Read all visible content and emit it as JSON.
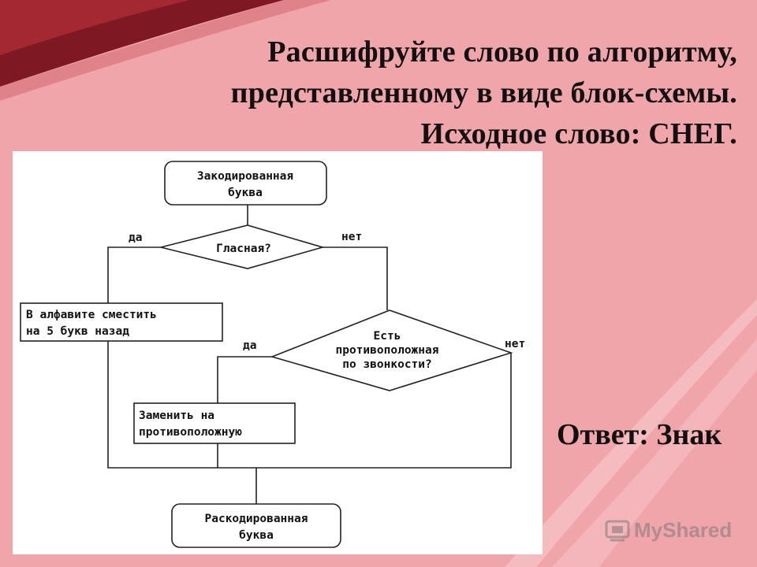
{
  "slide": {
    "title_lines": [
      "Расшифруйте слово по алгоритму,",
      "представленному в виде блок-схемы.",
      "Исходное слово: СНЕГ."
    ],
    "answer": "Ответ: Знак",
    "colors": {
      "background": "#f0a5ab",
      "accent_dark": "#8c1c24",
      "accent_light": "#c23a3f"
    }
  },
  "flowchart": {
    "start": [
      "Закодированная",
      "буква"
    ],
    "vowel_decision": "Гласная?",
    "vowel_yes": "да",
    "vowel_no": "нет",
    "shift_action": [
      "В алфавите сместить",
      "на 5 букв назад"
    ],
    "voicing_decision": [
      "Есть",
      "противоположная",
      "по звонкости?"
    ],
    "voicing_yes": "да",
    "voicing_no": "нет",
    "replace_action": [
      "Заменить на",
      "противоположную"
    ],
    "end": [
      "Раскодированная",
      "буква"
    ]
  },
  "watermark": {
    "text": "MyShared",
    "icon": "myshared-logo-icon"
  }
}
